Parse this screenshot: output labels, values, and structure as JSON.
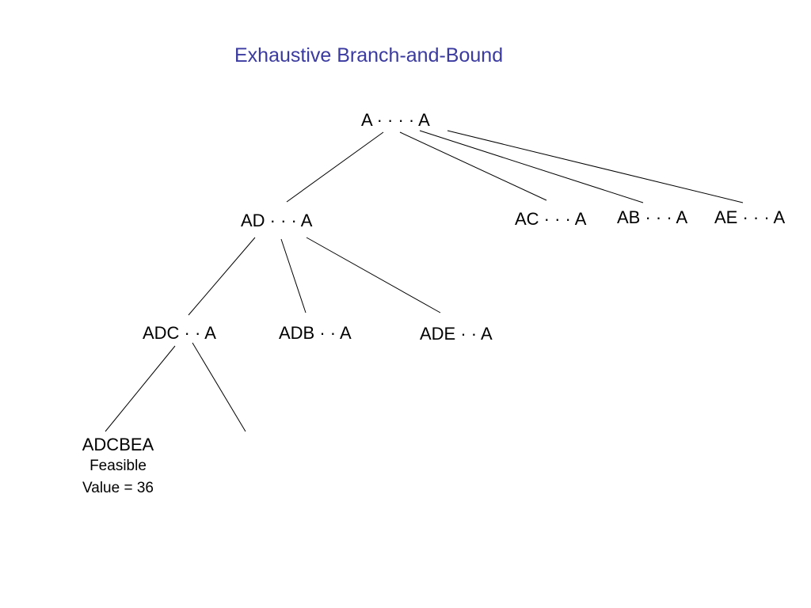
{
  "title": "Exhaustive Branch-and-Bound",
  "nodes": {
    "root": "A · · · · A",
    "ad": "AD · · · A",
    "ac": "AC · · · A",
    "ab": "AB · · · A",
    "ae": "AE · · · A",
    "adc": "ADC · · A",
    "adb": "ADB · · A",
    "ade": "ADE · · A"
  },
  "leaf": {
    "name": "ADCBEA",
    "status": "Feasible",
    "value": "Value = 36"
  }
}
